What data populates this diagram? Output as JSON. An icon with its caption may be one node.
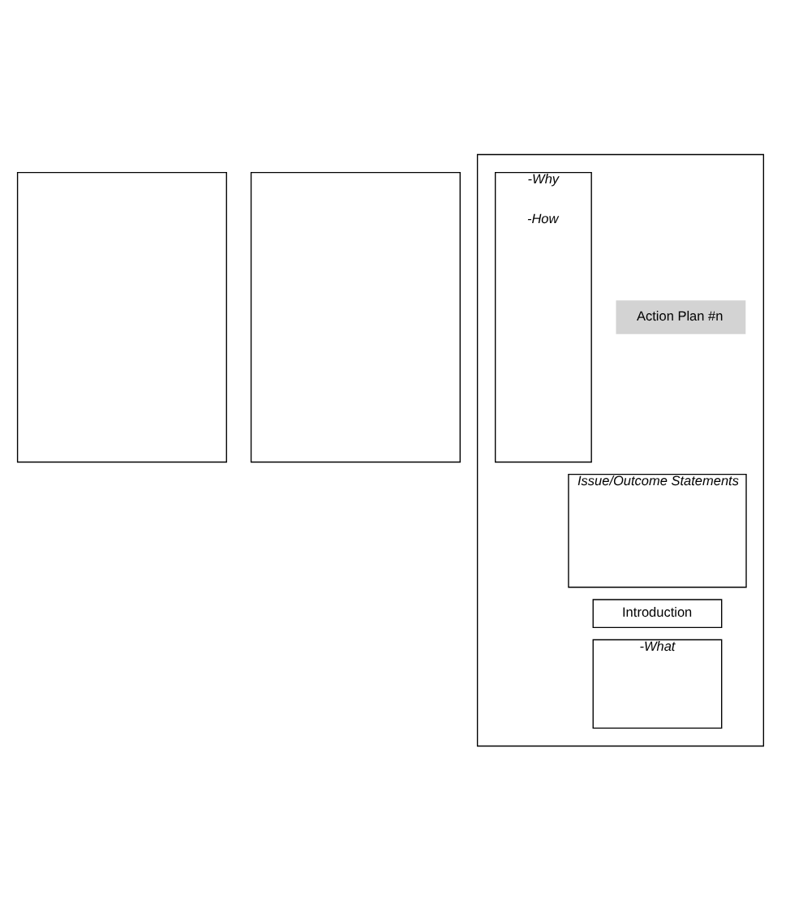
{
  "diagram": {
    "nodes": [
      {
        "text": [],
        "shape": "box"
      },
      {
        "text": [],
        "shape": "box"
      },
      {
        "text": [],
        "shape": "box"
      },
      {
        "text": [
          "Action Plan #n"
        ],
        "in": 2
      },
      {
        "text": [
          "Issue/Outcome Statements"
        ],
        "in": 2
      },
      {
        "text": [
          "Introduction"
        ],
        "in": 2
      },
      {
        "text": [
          "-What"
        ],
        "in": 2
      },
      {
        "text": [
          "-Why",
          "-How"
        ],
        "in": 2
      }
    ],
    "edges": []
  }
}
